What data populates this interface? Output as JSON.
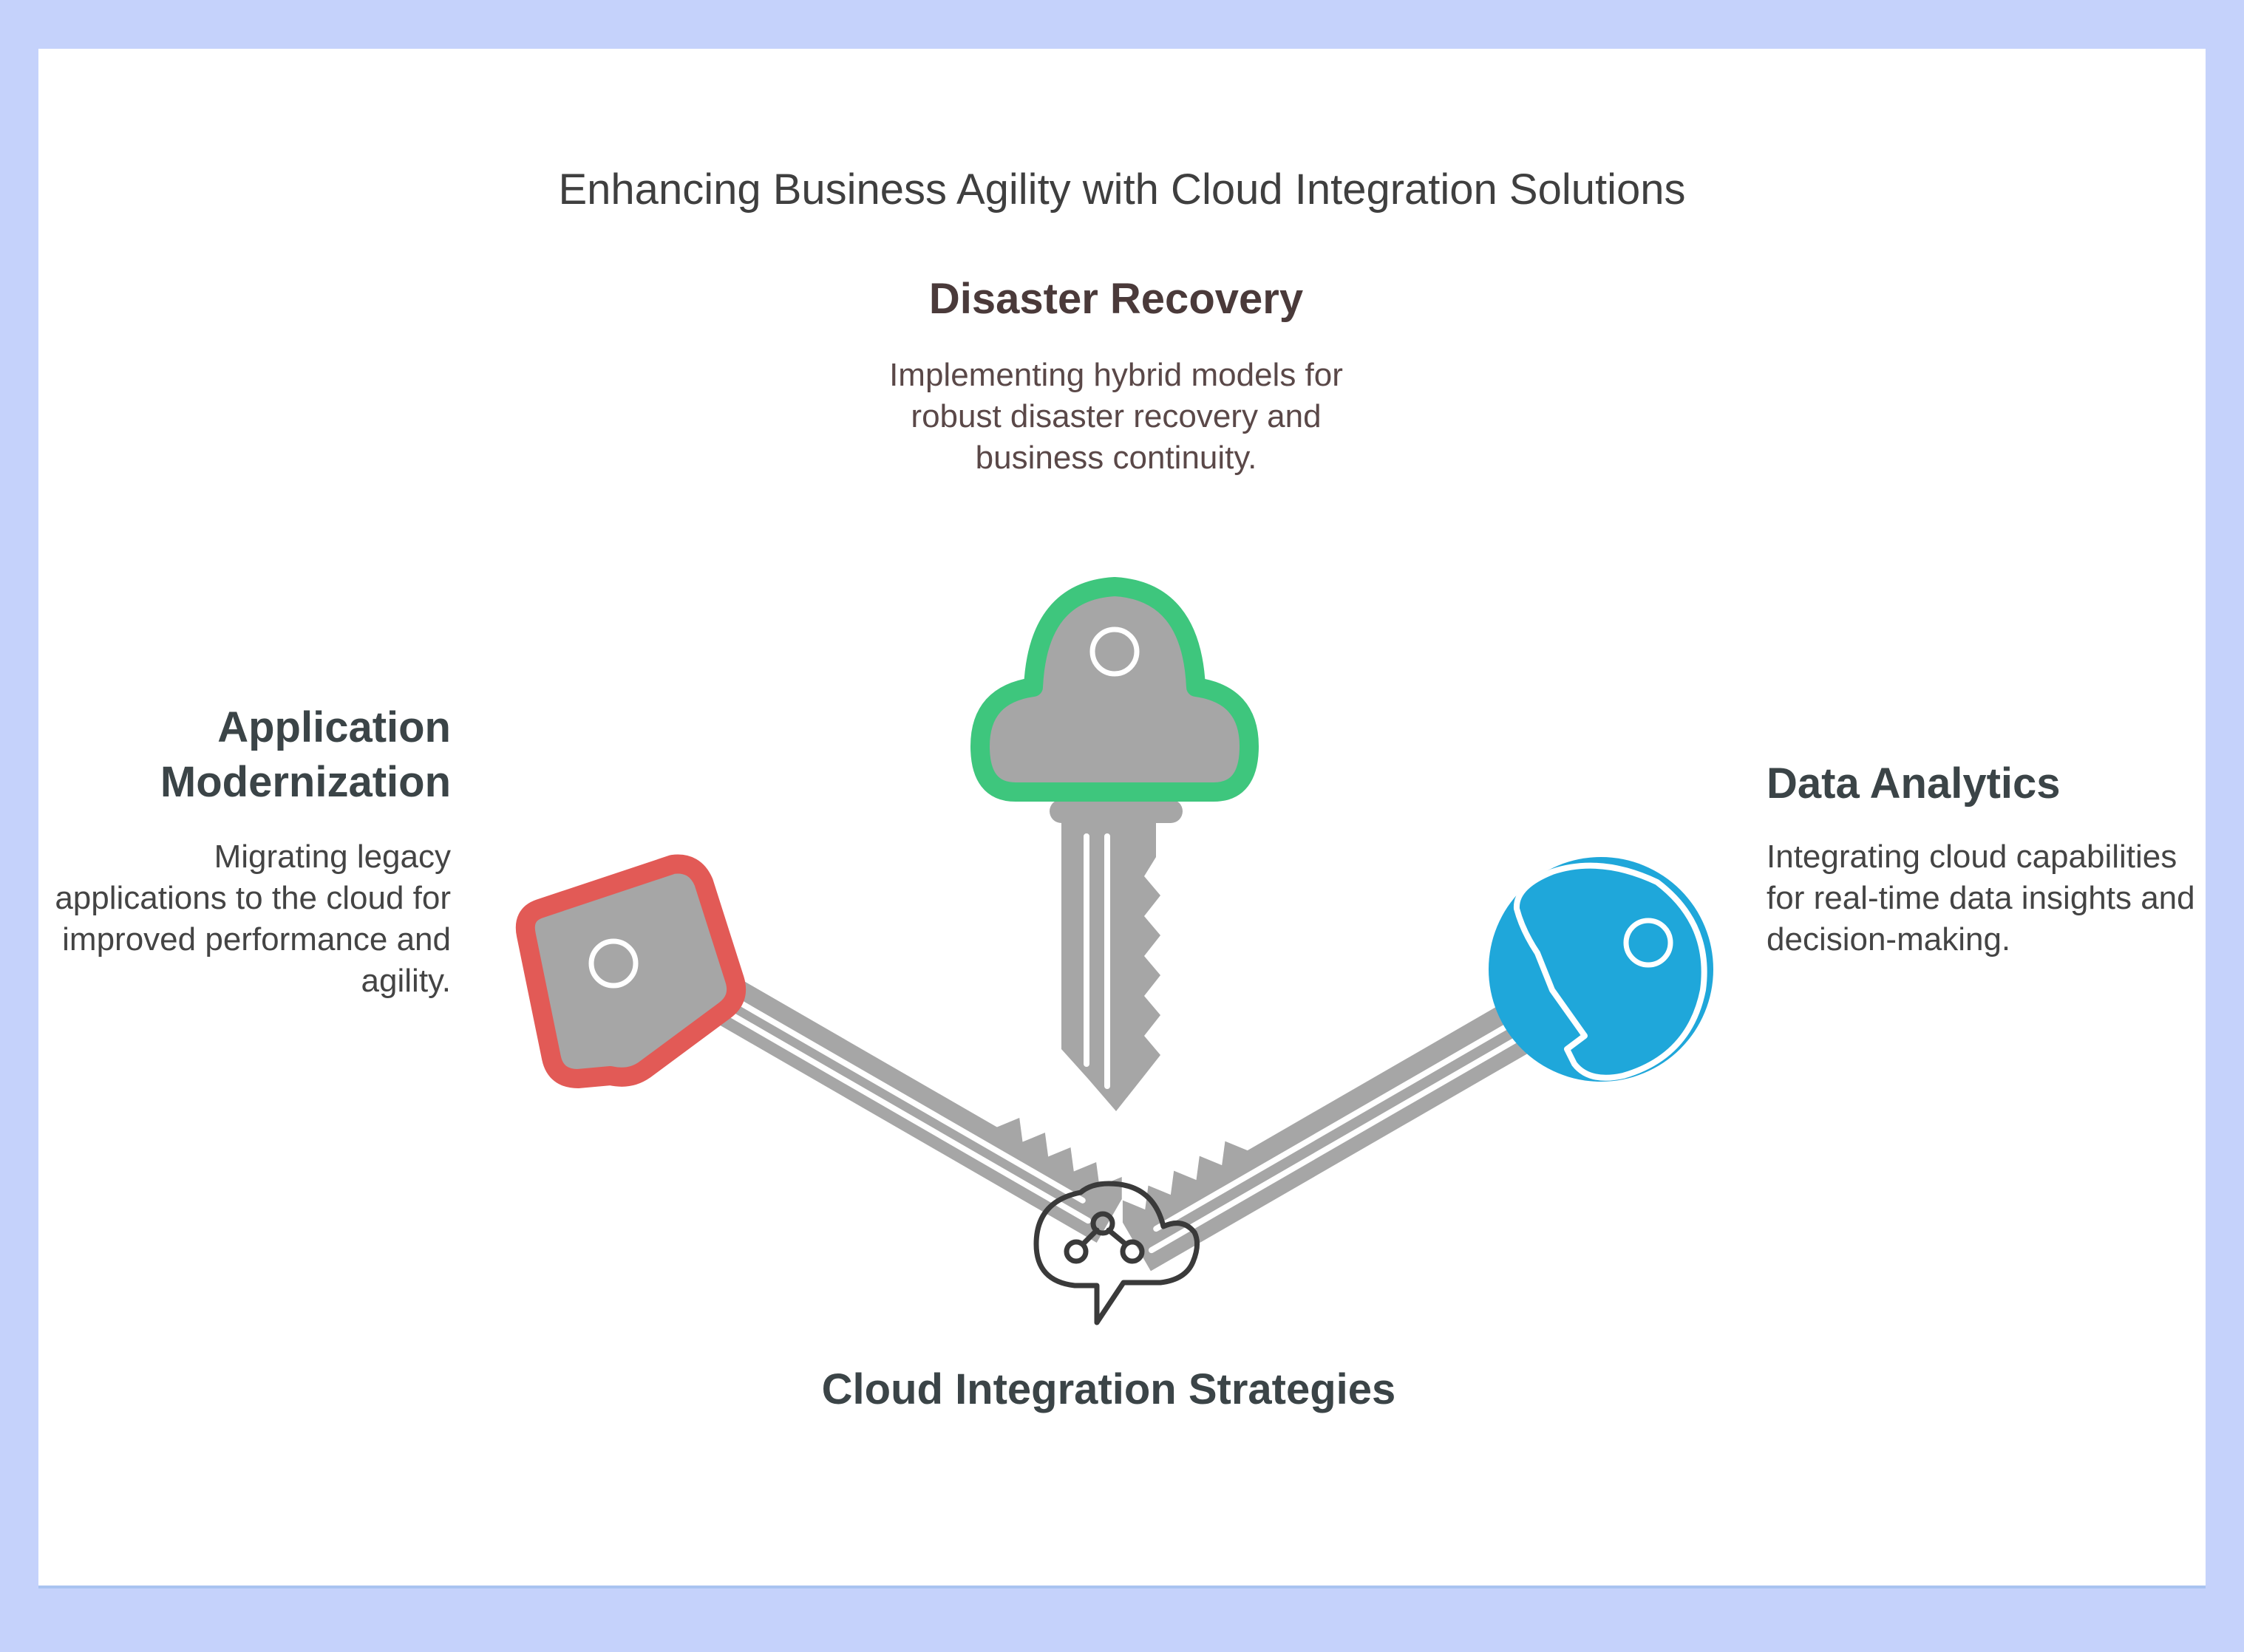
{
  "title": "Enhancing Business Agility with Cloud Integration Solutions",
  "items": [
    {
      "heading": "Disaster Recovery",
      "description": "Implementing hybrid models for robust disaster recovery and business continuity.",
      "key_color": "#3ec67d"
    },
    {
      "heading": "Application Modernization",
      "description": "Migrating legacy applications to the cloud for improved performance and agility.",
      "key_color": "#e25a56"
    },
    {
      "heading": "Data Analytics",
      "description": "Integrating cloud capabilities for real-time data insights and decision-making.",
      "key_color": "#1fa7da"
    }
  ],
  "center": {
    "label": "Cloud Integration Strategies",
    "icon": "cloud-network-chat-icon"
  },
  "colors": {
    "key_metal": "#a6a6a6",
    "frame": "#c5d2fb"
  }
}
